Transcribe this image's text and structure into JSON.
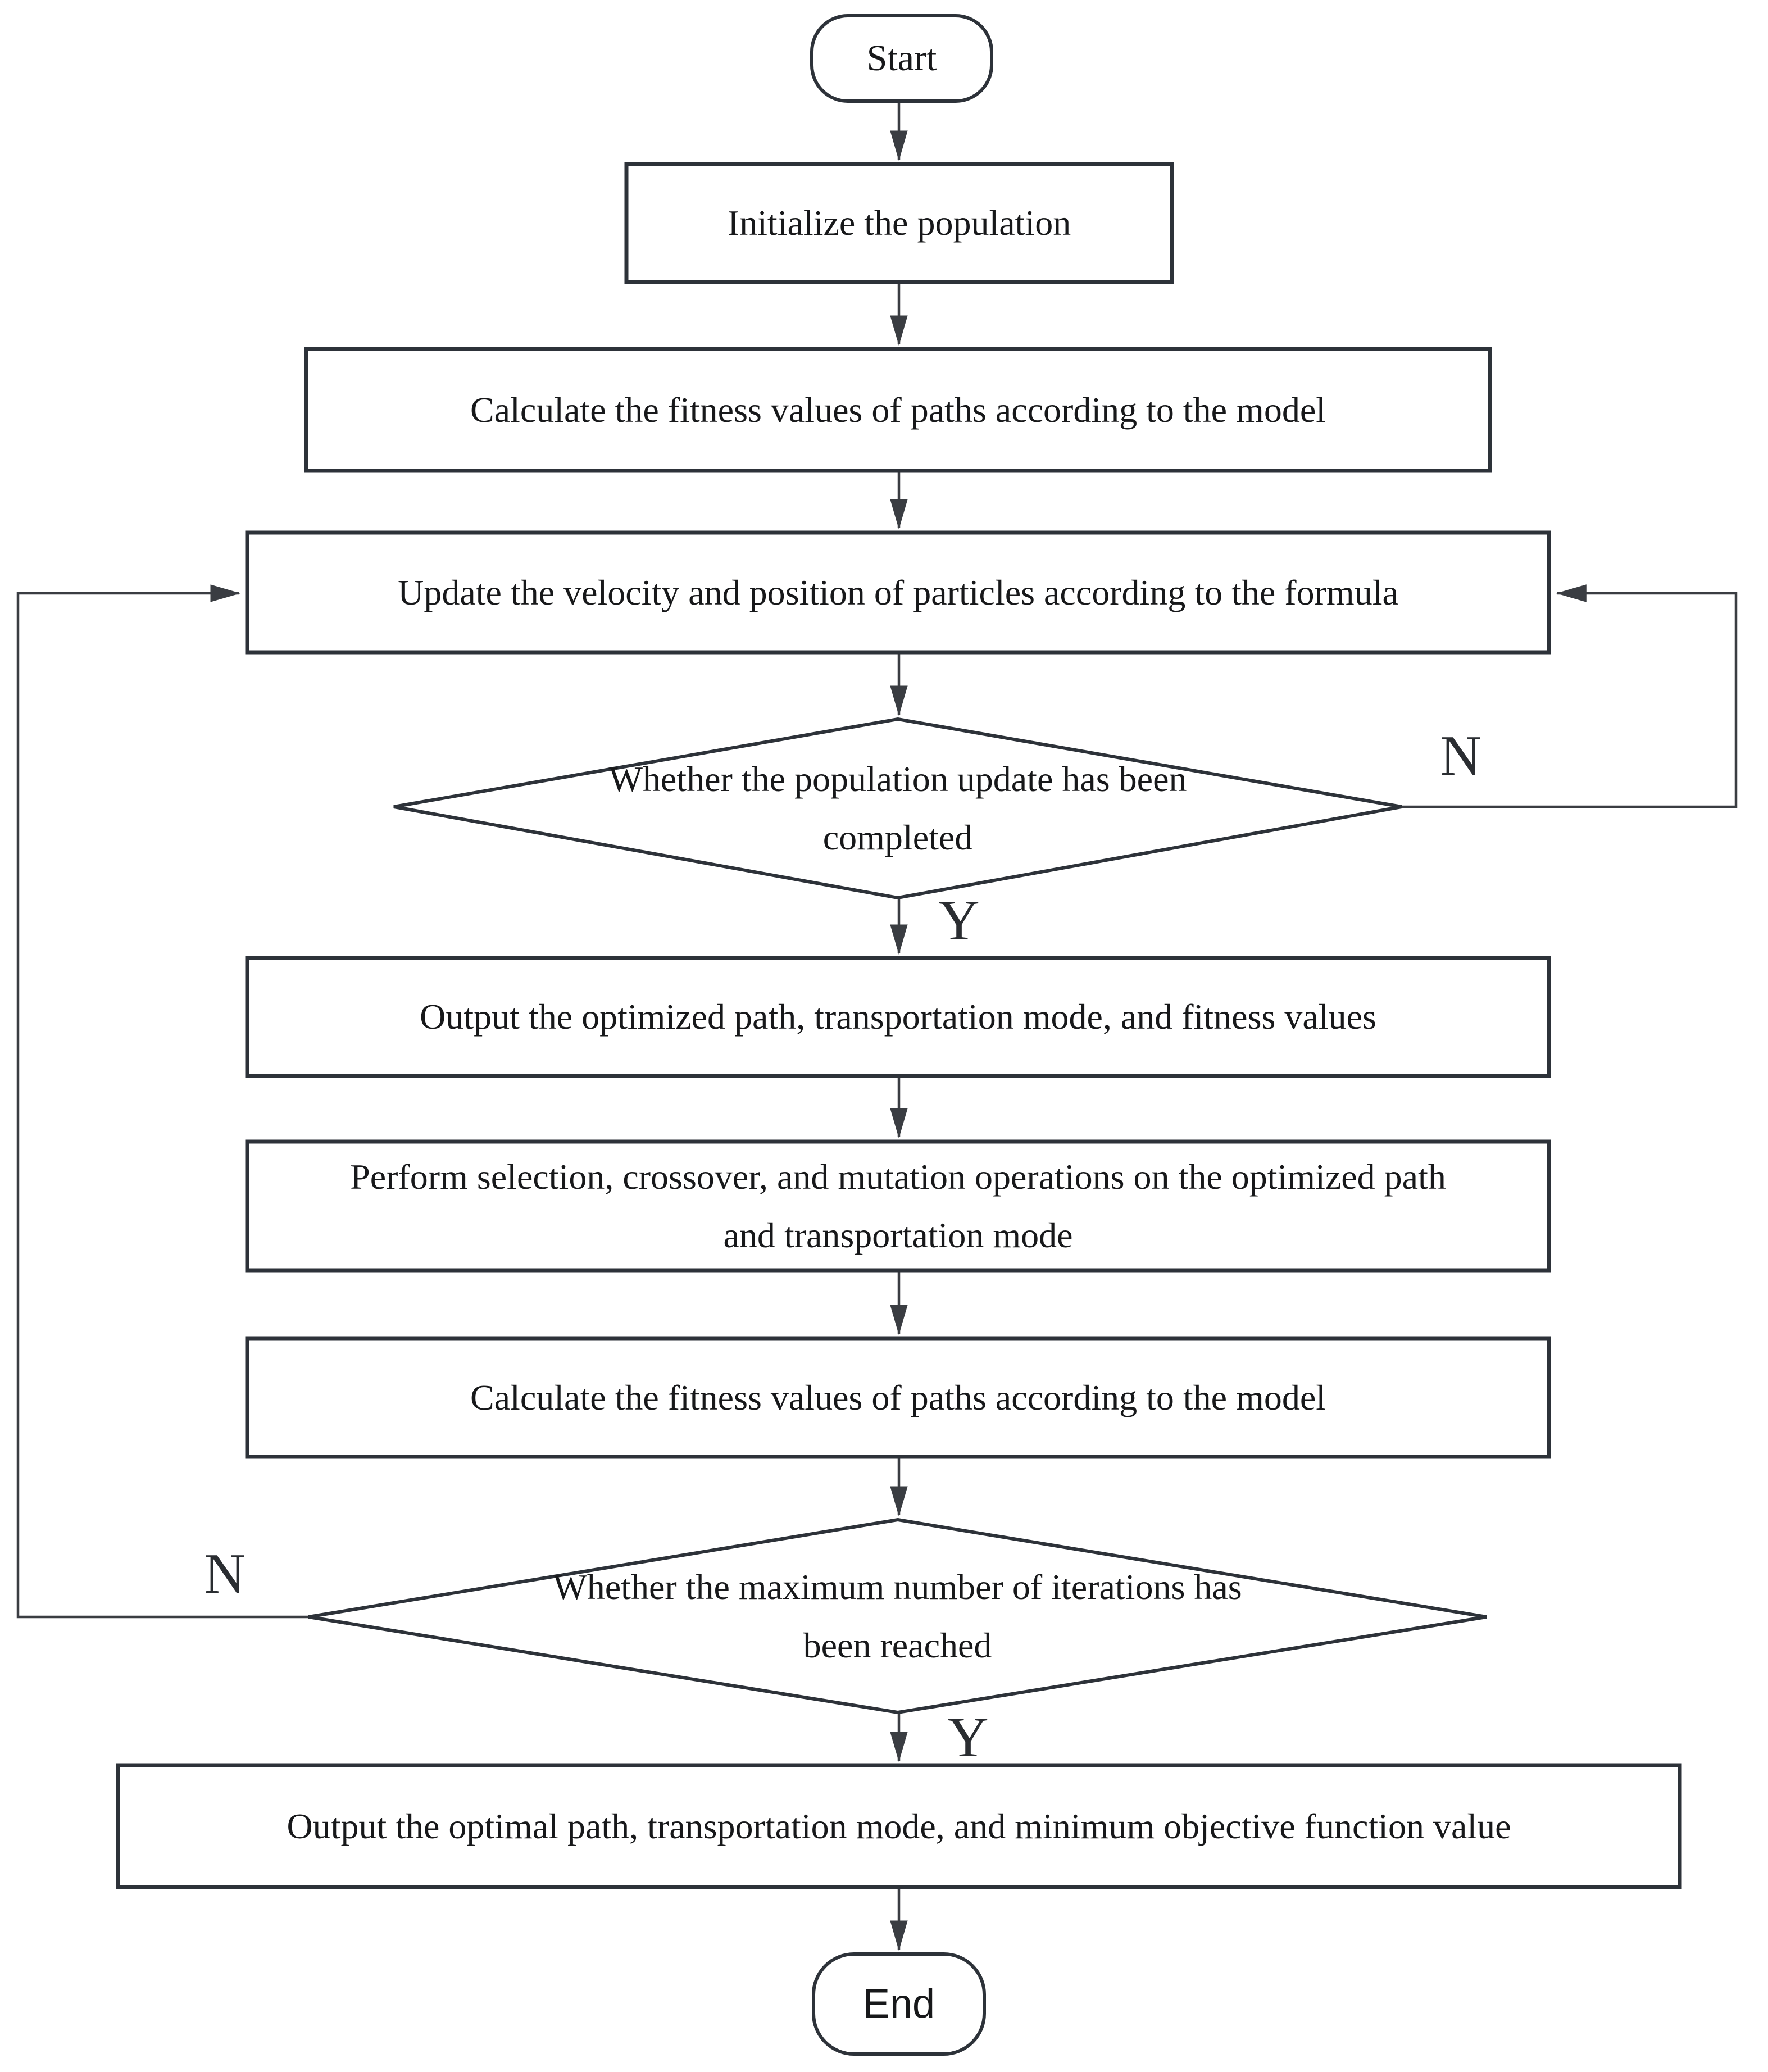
{
  "diagram": {
    "type": "flowchart",
    "background_color": "#ffffff",
    "shape_border_color": "#2d3239",
    "connector_color": "#3a3d42",
    "text_color": "#17181a",
    "nodes": {
      "start": {
        "type": "terminator",
        "label": "Start"
      },
      "initialize": {
        "type": "process",
        "lines": [
          "Initialize the population"
        ]
      },
      "calc_fitness_1": {
        "type": "process",
        "lines": [
          "Calculate the fitness values of paths according to the model"
        ]
      },
      "update_velocity": {
        "type": "process",
        "lines": [
          "Update the velocity and position of particles according to the formula"
        ]
      },
      "decision_population": {
        "type": "decision",
        "lines": [
          "Whether the population update has been",
          "completed"
        ]
      },
      "output_optimized": {
        "type": "process",
        "lines": [
          "Output the optimized path, transportation mode, and fitness values"
        ]
      },
      "perform_operations": {
        "type": "process",
        "lines": [
          "Perform selection, crossover, and mutation operations on the optimized path",
          "and transportation mode"
        ]
      },
      "calc_fitness_2": {
        "type": "process",
        "lines": [
          "Calculate the fitness values of paths according to the model"
        ]
      },
      "decision_iterations": {
        "type": "decision",
        "lines": [
          "Whether the maximum number of iterations has",
          "been reached"
        ]
      },
      "output_optimal": {
        "type": "process",
        "lines": [
          "Output the optimal path, transportation mode, and minimum objective function value"
        ]
      },
      "end": {
        "type": "terminator",
        "label": "End"
      }
    },
    "edges": [
      {
        "from": "start",
        "to": "initialize",
        "label": ""
      },
      {
        "from": "initialize",
        "to": "calc_fitness_1",
        "label": ""
      },
      {
        "from": "calc_fitness_1",
        "to": "update_velocity",
        "label": ""
      },
      {
        "from": "update_velocity",
        "to": "decision_population",
        "label": ""
      },
      {
        "from": "decision_population",
        "to": "output_optimized",
        "label": "Y"
      },
      {
        "from": "decision_population",
        "to": "update_velocity",
        "label": "N"
      },
      {
        "from": "output_optimized",
        "to": "perform_operations",
        "label": ""
      },
      {
        "from": "perform_operations",
        "to": "calc_fitness_2",
        "label": ""
      },
      {
        "from": "calc_fitness_2",
        "to": "decision_iterations",
        "label": ""
      },
      {
        "from": "decision_iterations",
        "to": "update_velocity",
        "label": "N"
      },
      {
        "from": "decision_iterations",
        "to": "output_optimal",
        "label": "Y"
      },
      {
        "from": "output_optimal",
        "to": "end",
        "label": ""
      }
    ]
  }
}
